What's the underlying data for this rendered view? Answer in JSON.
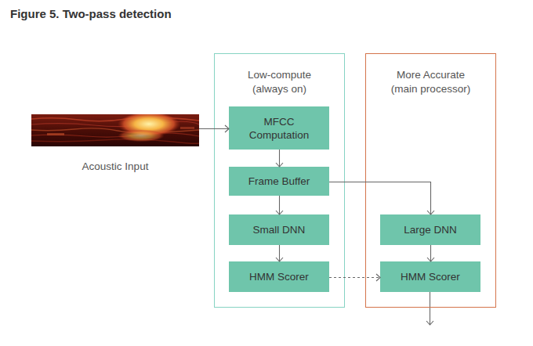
{
  "diagram": {
    "title": "Figure 5. Two-pass detection",
    "nodes": [
      {
        "text": [
          "Acoustic Input"
        ]
      },
      {
        "text": [
          "Low-compute (always on)"
        ]
      },
      {
        "text": [
          "MFCC Computation"
        ],
        "in": 1
      },
      {
        "text": [
          "Frame Buffer"
        ],
        "in": 1
      },
      {
        "text": [
          "Small DNN"
        ],
        "in": 1
      },
      {
        "text": [
          "HMM Scorer"
        ],
        "in": 1
      },
      {
        "text": [
          "More Accurate (main processor)"
        ]
      },
      {
        "text": [
          "Large DNN"
        ],
        "in": 6
      },
      {
        "text": [
          "HMM Scorer"
        ],
        "in": 6
      }
    ],
    "edges": [
      {
        "from": 0,
        "to": 2,
        "arrow": "to"
      },
      {
        "from": 2,
        "to": 3,
        "arrow": "to"
      },
      {
        "from": 3,
        "to": 4,
        "arrow": "to"
      },
      {
        "from": 4,
        "to": 5,
        "arrow": "to"
      },
      {
        "from": 3,
        "to": 7,
        "arrow": "to"
      },
      {
        "from": 5,
        "to": 8,
        "arrow": "to"
      },
      {
        "from": 7,
        "to": 8,
        "arrow": "to"
      }
    ]
  }
}
